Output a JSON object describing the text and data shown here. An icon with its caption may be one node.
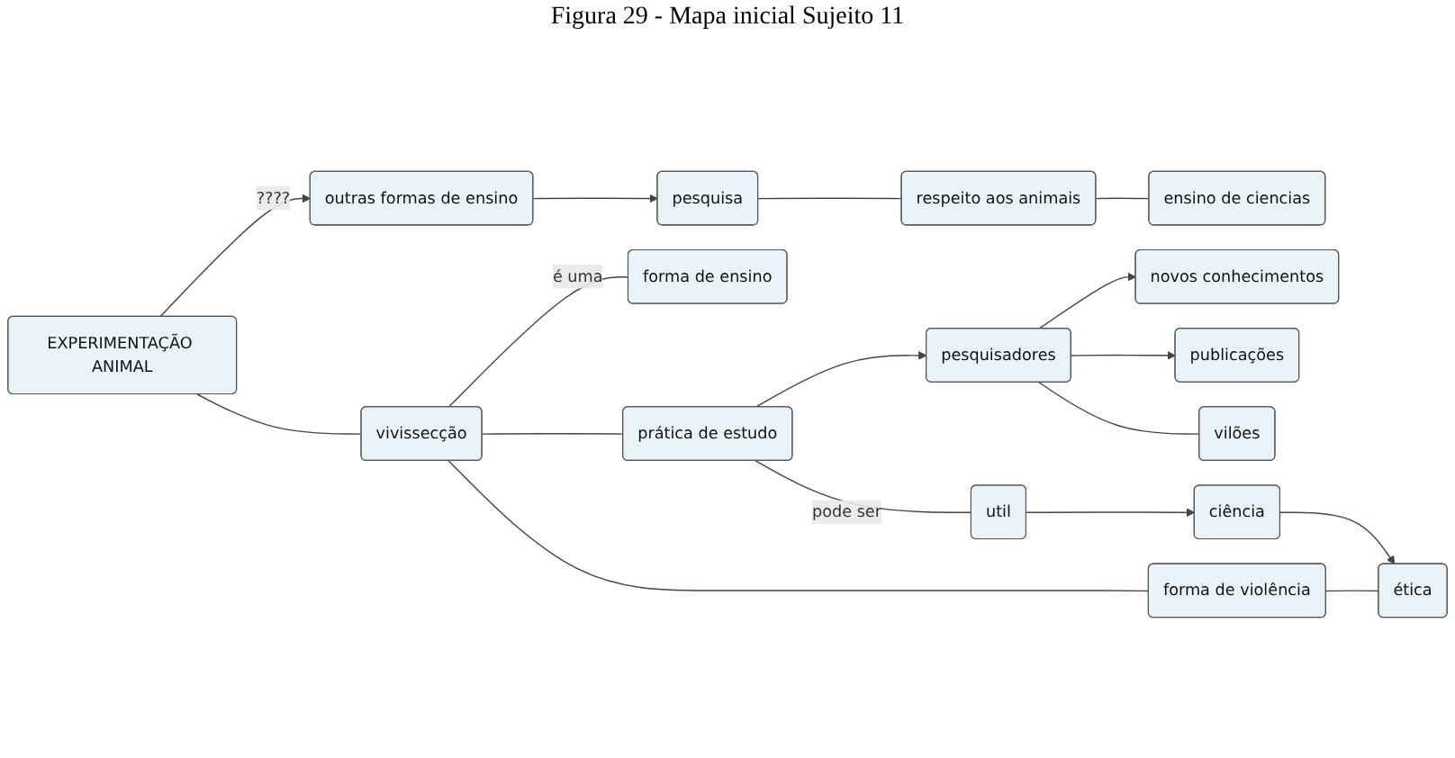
{
  "diagram": {
    "title": "Figura 29 - Mapa inicial Sujeito 11",
    "nodes": [
      {
        "text": [
          "outras formas de ensino"
        ]
      },
      {
        "text": [
          "pesquisa"
        ]
      },
      {
        "text": [
          "novos conhecimentos"
        ]
      },
      {
        "text": [
          "publicações"
        ]
      },
      {
        "text": [
          "pesquisadores"
        ]
      },
      {
        "text": [
          "EXPERIMENTAÇÃO ANIMAL"
        ]
      },
      {
        "text": [
          "respeito aos animais"
        ]
      },
      {
        "text": [
          "vilões"
        ]
      },
      {
        "text": [
          "vivissecção"
        ]
      },
      {
        "text": [
          "ensino de ciencias"
        ]
      },
      {
        "text": [
          "forma de ensino"
        ]
      },
      {
        "text": [
          "prática de estudo"
        ]
      },
      {
        "text": [
          "forma de violência"
        ]
      },
      {
        "text": [
          "util"
        ]
      },
      {
        "text": [
          "ciência"
        ]
      },
      {
        "text": [
          "ética"
        ]
      }
    ],
    "edges": [
      {
        "from": 5,
        "to": 0,
        "arrow": "to",
        "label": "????"
      },
      {
        "from": 0,
        "to": 1,
        "arrow": "to"
      },
      {
        "from": 1,
        "to": 6,
        "arrow": "none"
      },
      {
        "from": 6,
        "to": 9,
        "arrow": "none"
      },
      {
        "from": 4,
        "to": 2,
        "arrow": "to"
      },
      {
        "from": 4,
        "to": 3,
        "arrow": "to"
      },
      {
        "from": 4,
        "to": 7,
        "arrow": "none"
      },
      {
        "from": 11,
        "to": 4,
        "arrow": "to"
      },
      {
        "from": 5,
        "to": 8,
        "arrow": "none"
      },
      {
        "from": 8,
        "to": 10,
        "arrow": "none",
        "label": "é uma"
      },
      {
        "from": 8,
        "to": 11,
        "arrow": "none"
      },
      {
        "from": 8,
        "to": 12,
        "arrow": "none"
      },
      {
        "from": 12,
        "to": 15,
        "arrow": "none"
      },
      {
        "from": 11,
        "to": 13,
        "arrow": "none",
        "label": "pode ser"
      },
      {
        "from": 13,
        "to": 14,
        "arrow": "to"
      },
      {
        "from": 14,
        "to": 15,
        "arrow": "to"
      }
    ]
  }
}
